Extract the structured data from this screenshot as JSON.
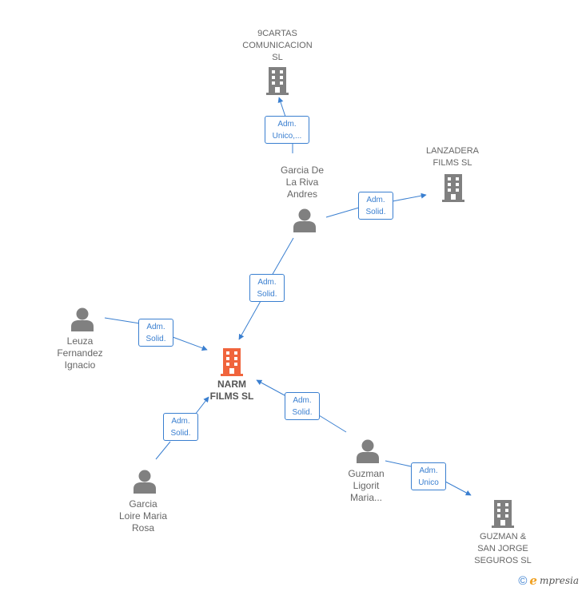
{
  "colors": {
    "edge": "#3a7fd0",
    "company_icon": "#808080",
    "main_icon": "#f0643c",
    "person_icon": "#808080"
  },
  "nodes": {
    "cartas": {
      "label": "9CARTAS\nCOMUNICACION\nSL",
      "icon": "building-icon"
    },
    "lanzadera": {
      "label": "LANZADERA\nFILMS  SL",
      "icon": "building-icon"
    },
    "garcia_de_la_riva": {
      "label": "Garcia De\nLa Riva\nAndres",
      "icon": "person-icon"
    },
    "leuza": {
      "label": "Leuza\nFernandez\nIgnacio",
      "icon": "person-icon"
    },
    "narm": {
      "label": "NARM\nFILMS  SL",
      "icon": "building-icon"
    },
    "garcia_loire": {
      "label": "Garcia\nLoire Maria\nRosa",
      "icon": "person-icon"
    },
    "guzman_ligorit": {
      "label": "Guzman\nLigorit\nMaria...",
      "icon": "person-icon"
    },
    "guzman_seguros": {
      "label": "GUZMAN &\nSAN JORGE\nSEGUROS  SL",
      "icon": "building-icon"
    }
  },
  "edges": {
    "e1": "Adm.\nUnico,...",
    "e2": "Adm.\nSolid.",
    "e3": "Adm.\nSolid.",
    "e4": "Adm.\nSolid.",
    "e5": "Adm.\nSolid.",
    "e6": "Adm.\nSolid.",
    "e7": "Adm.\nUnico"
  },
  "footer": {
    "copyright": "©",
    "brand_initial": "e",
    "brand_rest": "mpresia"
  }
}
